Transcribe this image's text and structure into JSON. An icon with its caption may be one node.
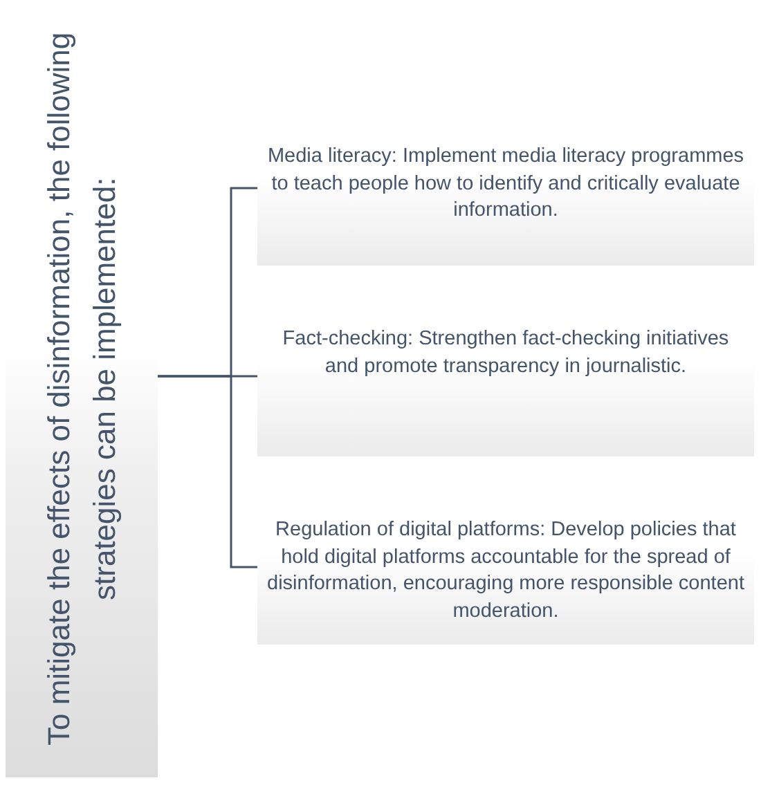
{
  "diagram": {
    "nodes": [
      {
        "text": [
          "To mitigate the effects of disinformation, the following strategies can be implemented:"
        ]
      },
      {
        "text": [
          "Media literacy: Implement media literacy programmes to teach people how to identify and critically evaluate information."
        ]
      },
      {
        "text": [
          "Fact-checking: Strengthen fact-checking initiatives and promote transparency in journalistic."
        ]
      },
      {
        "text": [
          "Regulation of digital platforms: Develop policies that hold digital platforms accountable for the spread of disinformation, encouraging more responsible content moderation."
        ]
      }
    ],
    "edges": [
      {
        "from": 0,
        "to": 1,
        "arrow": "none"
      },
      {
        "from": 0,
        "to": 2,
        "arrow": "none"
      },
      {
        "from": 0,
        "to": 3,
        "arrow": "none"
      }
    ]
  }
}
